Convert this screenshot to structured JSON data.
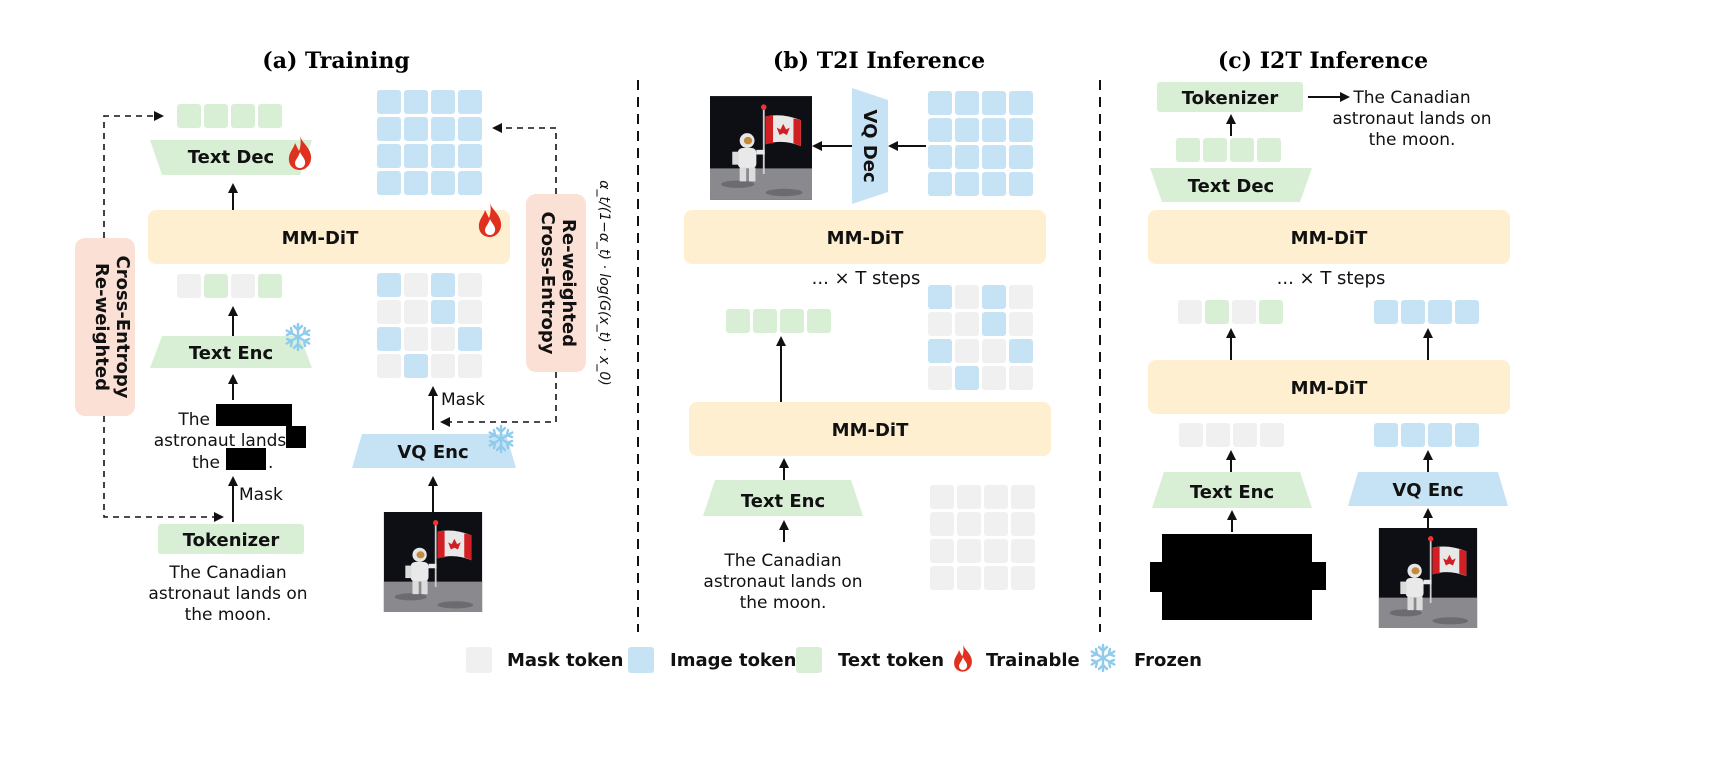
{
  "panels": {
    "training": {
      "title": "(a) Training",
      "text_dec": "Text Dec",
      "mmdit": "MM-DiT",
      "text_enc": "Text Enc",
      "vq_enc": "VQ Enc",
      "tokenizer": "Tokenizer",
      "reweighted_left": [
        "Re-weighted",
        "Cross-Entropy"
      ],
      "reweighted_right": [
        "Re-weighted",
        "Cross-Entropy"
      ],
      "formula": "α_t/(1−α_t) · log(G(x_t) · x_0)",
      "mask_label_text": "Mask",
      "mask_label_image": "Mask",
      "masked_caption": [
        "The",
        "astronaut lands",
        "the"
      ],
      "caption": [
        "The Canadian",
        "astronaut lands on",
        "the moon."
      ],
      "icons": {
        "fire": "fire-icon",
        "snow": "snowflake-icon"
      }
    },
    "t2i": {
      "title": "(b) T2I Inference",
      "vq_dec": "VQ Dec",
      "mmdit_top": "MM-DiT",
      "steps": "... × T  steps",
      "mmdit_bottom": "MM-DiT",
      "text_enc": "Text Enc",
      "caption": [
        "The Canadian",
        "astronaut lands on",
        "the moon."
      ]
    },
    "i2t": {
      "title": "(c) I2T Inference",
      "tokenizer": "Tokenizer",
      "output_caption": [
        "The Canadian",
        "astronaut lands on",
        "the moon."
      ],
      "text_dec": "Text Dec",
      "mmdit_top": "MM-DiT",
      "steps": "... × T  steps",
      "mmdit_bottom": "MM-DiT",
      "text_enc": "Text Enc",
      "vq_enc": "VQ Enc"
    }
  },
  "legend": [
    {
      "label": "Mask token",
      "kind": "swatch",
      "color": "#f0f0f0"
    },
    {
      "label": "Image token",
      "kind": "swatch",
      "color": "#c6e2f5"
    },
    {
      "label": "Text token",
      "kind": "swatch",
      "color": "#d8efd6"
    },
    {
      "label": "Trainable",
      "kind": "icon",
      "icon": "fire-icon"
    },
    {
      "label": "Frozen",
      "kind": "icon",
      "icon": "snowflake-icon"
    }
  ],
  "colors": {
    "text_token": "#d8efd6",
    "image_token": "#c6e2f5",
    "mask_token": "#f0f0f0",
    "mmdit": "#fdefcf",
    "reweighted": "#fbe0d6",
    "fire": "#e0301e",
    "snow": "#8fcbed"
  }
}
